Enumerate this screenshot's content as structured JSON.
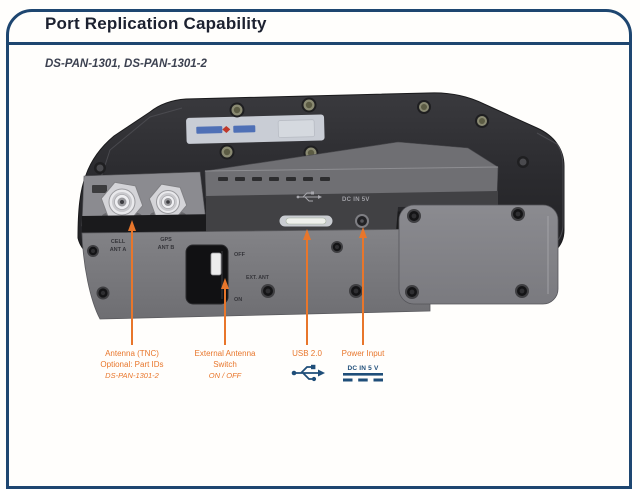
{
  "page": {
    "title": "Port Replication Capability",
    "subtitle": "DS-PAN-1301, DS-PAN-1301-2"
  },
  "device_markings": {
    "cell_ant": [
      "CELL",
      "ANT A"
    ],
    "gps_ant": [
      "GPS",
      "ANT B"
    ],
    "switch_positions": {
      "off": "OFF",
      "ext_ant": "EXT. ANT",
      "on": "ON"
    },
    "dc_in_print": "DC IN 5V"
  },
  "callouts": {
    "antenna": {
      "line1": "Antenna (TNC)",
      "line2": "Optional: Part IDs",
      "line3": "DS-PAN-1301-2"
    },
    "switch": {
      "line1": "External Antenna",
      "line2": "Switch",
      "line3": "ON / OFF"
    },
    "usb": {
      "line1": "USB 2.0",
      "icon": "usb-icon"
    },
    "power": {
      "line1": "Power Input",
      "icon": "dc-power-icon",
      "dc_label": "DC IN 5 V"
    }
  },
  "colors": {
    "frame_navy": "#1E4670",
    "symbol_navy": "#1F4E79",
    "callout_orange": "#E8762B"
  }
}
